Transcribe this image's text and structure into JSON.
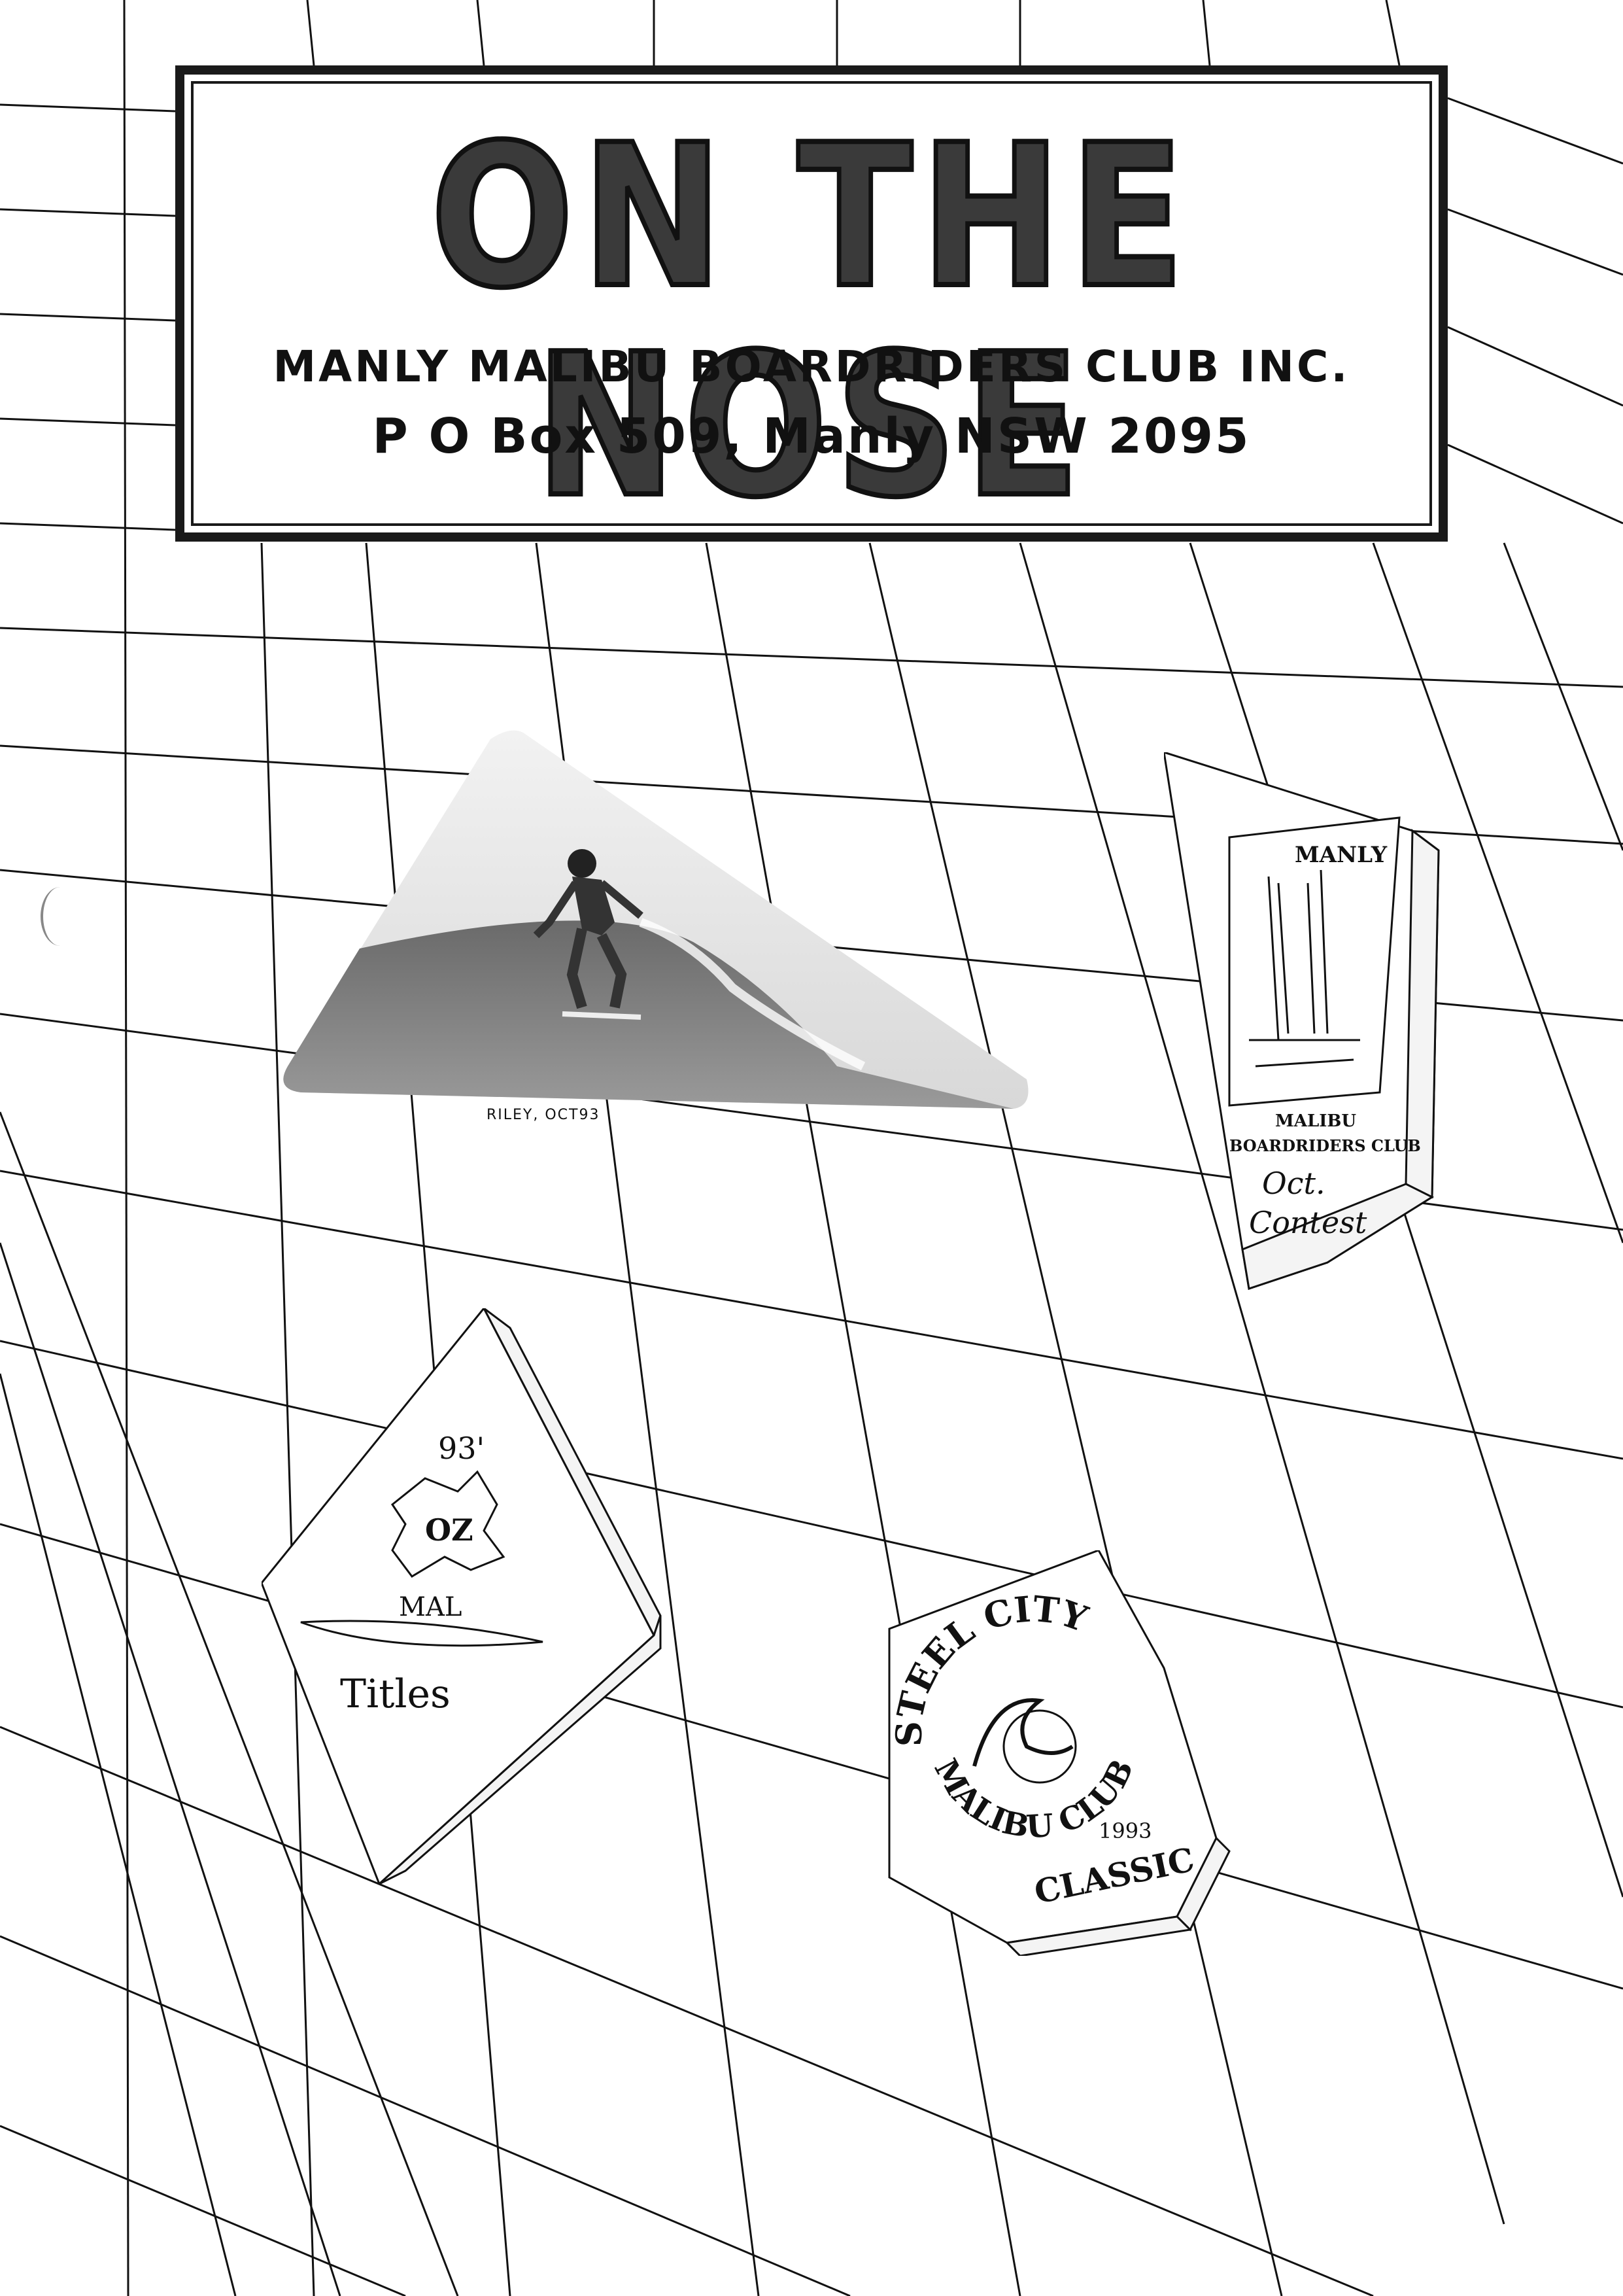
{
  "masthead": {
    "title": "ON THE NOSE",
    "org_name": "MANLY MALIBU BOARDRIDERS CLUB INC.",
    "address": "P O Box 509, Manly NSW 2095"
  },
  "photo": {
    "caption": "RILEY, OCT93"
  },
  "badges": {
    "manly": {
      "logo_text": "MANLY",
      "line1": "MALIBU",
      "line2": "BOARDRIDERS CLUB",
      "line3": "Oct.",
      "line4": "Contest"
    },
    "oz": {
      "year": "93'",
      "oz": "OZ",
      "mal": "MAL",
      "titles": "Titles"
    },
    "steel_city": {
      "arc_top": "STEEL CITY",
      "arc_bottom": "MALIBU CLUB",
      "year": "1993",
      "classic": "CLASSIC"
    }
  }
}
